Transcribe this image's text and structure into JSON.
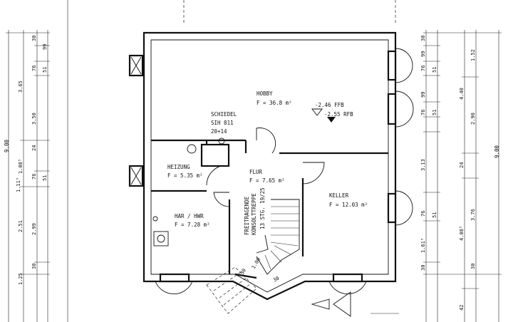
{
  "rooms": {
    "hobby": {
      "name": "HOBBY",
      "area": "F = 36.8 m²"
    },
    "heizung": {
      "name": "HEIZUNG",
      "area": "F = 5.35 m²"
    },
    "har": {
      "name": "HAR / HWR",
      "area": "F = 7.28 m²"
    },
    "flur": {
      "name": "FLUR",
      "area": "F = 7.65 m²"
    },
    "keller": {
      "name": "KELLER",
      "area": "F = 12.03 m²"
    }
  },
  "chimney": {
    "line1": "SCHIEDEL",
    "line2": "SIH 811",
    "line3": "20+14"
  },
  "levels": {
    "ffb": "-2.46 FFB",
    "rfb": "-2.55 RFB"
  },
  "stair": {
    "line1": "FREITRAGENDE",
    "line2": "KONSOLTTREPPE",
    "line3": "13 STG. 19/25",
    "width": "1.00",
    "tread_a": "30",
    "tread_b": "30"
  },
  "dims_left": {
    "total": "9.00",
    "chain1": [
      "3.65",
      "1.08⁵",
      "2.51",
      "1.25"
    ],
    "chain2": [
      "30",
      "99",
      "76",
      "51",
      "3.50",
      "24",
      "76",
      "51",
      "2.99",
      "30"
    ],
    "side": "1.11⁵"
  },
  "dims_right": {
    "total": "9.00",
    "chainA": [
      "30",
      "99",
      "76",
      "51",
      "99",
      "76",
      "51",
      "3.13",
      "76",
      "51",
      "1.61⁵",
      "30"
    ],
    "chainB": [
      "1.52",
      "4.40",
      "2.90",
      "24",
      "3.76",
      "4.08⁵",
      "30",
      "42"
    ]
  },
  "colors": {
    "line": "#111111",
    "background": "#ffffff"
  }
}
